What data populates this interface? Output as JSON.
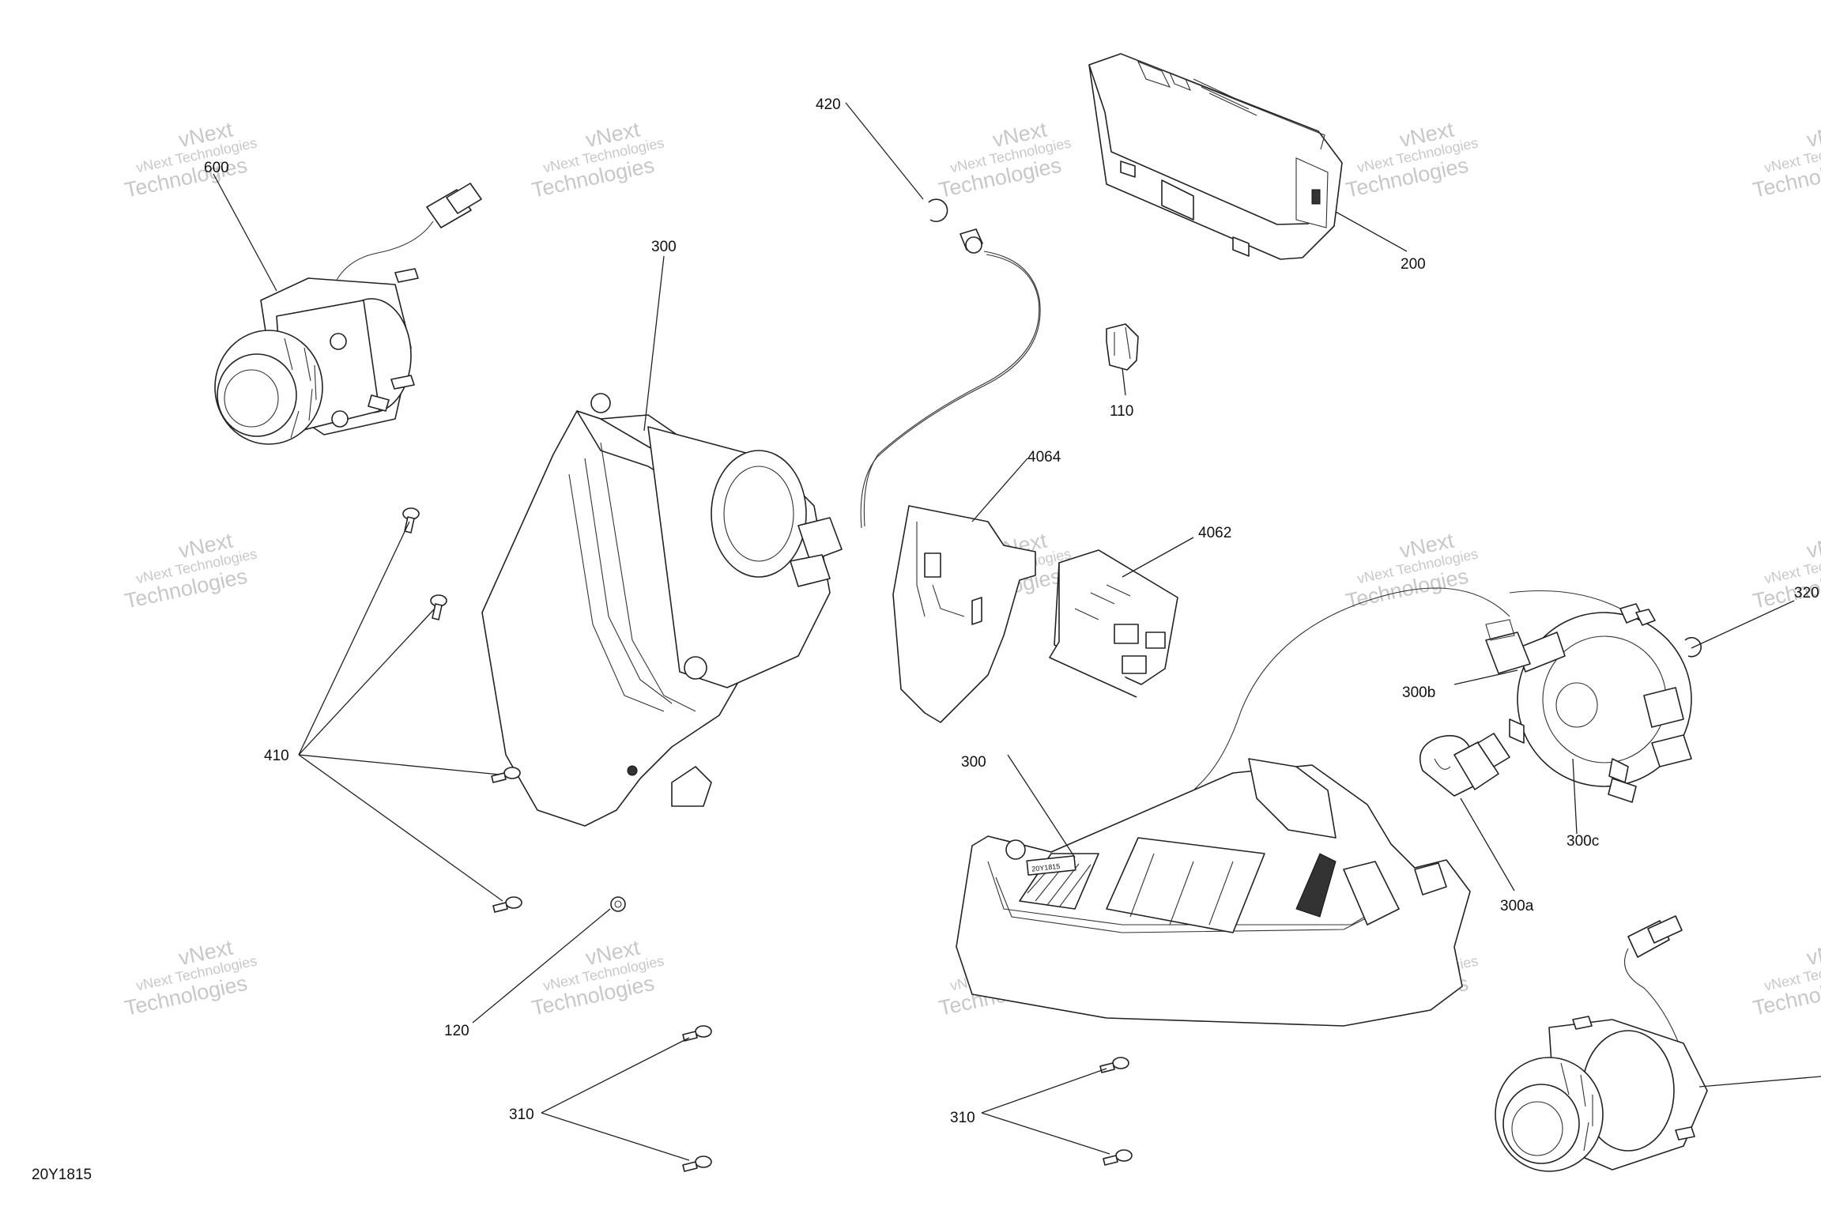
{
  "diagram_code": "20Y1815",
  "watermark": {
    "line1": "vNext Technologies",
    "line2": "Technologies",
    "line3": "vNext"
  },
  "callouts": {
    "c600": "600",
    "c420": "420",
    "c300_top": "300",
    "c200": "200",
    "c110": "110",
    "c4064": "4064",
    "c4062": "4062",
    "c410": "410",
    "c300b": "300b",
    "c320": "320",
    "c300_mid": "300",
    "c300c": "300c",
    "c300a": "300a",
    "c120": "120",
    "c310_left": "310",
    "c310_right": "310"
  },
  "part_marks": {
    "lamp_sticker": "20Y1815"
  }
}
